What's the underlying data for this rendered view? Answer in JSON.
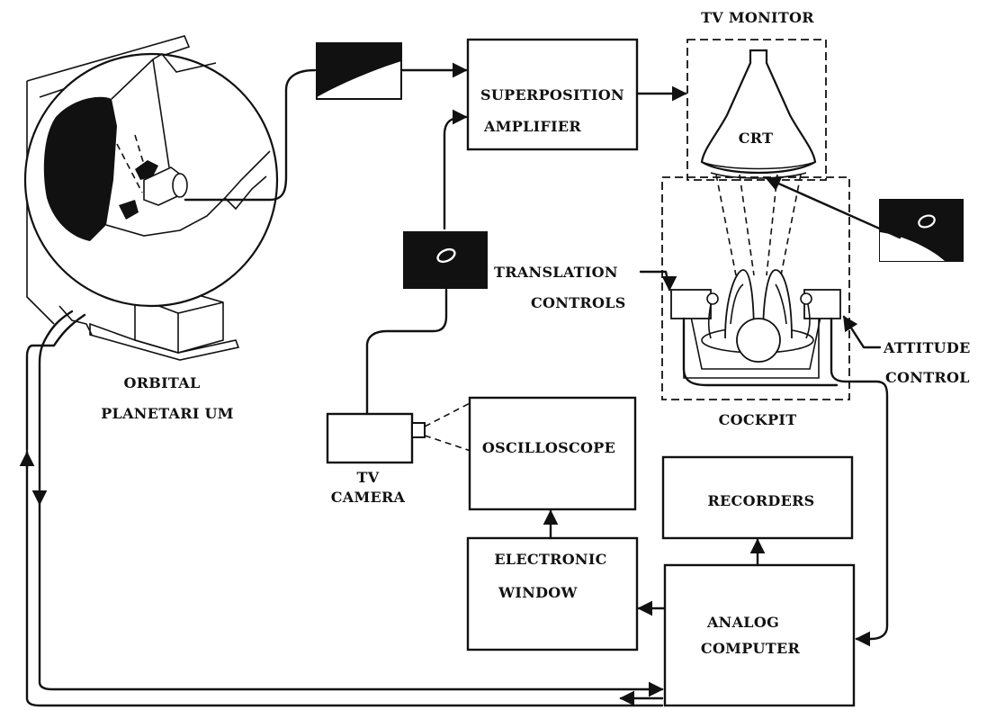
{
  "labels": {
    "tv_monitor": "TV  MONITOR",
    "superposition_1": "SUPERPOSITION",
    "superposition_2": "AMPLIFIER",
    "crt": "CRT",
    "translation_1": "TRANSLATION",
    "translation_2": "CONTROLS",
    "attitude_1": "ATTITUDE",
    "attitude_2": "CONTROL",
    "cockpit": "COCKPIT",
    "planetarium_1": "ORBITAL",
    "planetarium_2": "PLANETARI UM",
    "tv_camera_1": "TV",
    "tv_camera_2": "CAMERA",
    "oscilloscope": "OSCILLOSCOPE",
    "recorders": "RECORDERS",
    "electronic_window_1": "ELECTRONIC",
    "electronic_window_2": "WINDOW",
    "analog_computer_1": "ANALOG",
    "analog_computer_2": "COMPUTER"
  },
  "colors": {
    "ink": "#111111",
    "paper": "#ffffff"
  }
}
